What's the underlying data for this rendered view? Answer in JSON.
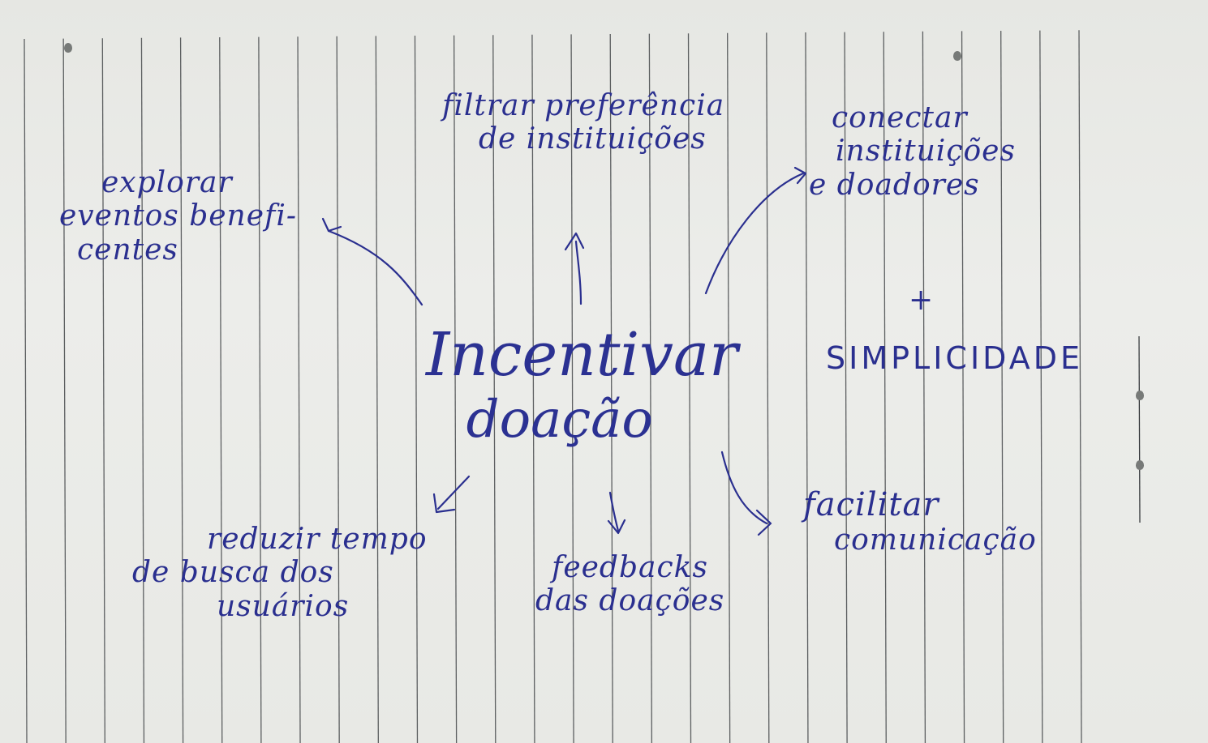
{
  "center": {
    "line1": "Incentivar",
    "line2": "doação"
  },
  "nodes": {
    "explorar": [
      "explorar",
      "eventos benefi-",
      "centes"
    ],
    "filtrar": [
      "filtrar preferência",
      "de instituições"
    ],
    "conectar": [
      "conectar",
      "instituições",
      "e doadores"
    ],
    "plus_sign": "+",
    "simplicidade": "SIMPLICIDADE",
    "reduzir": [
      "reduzir tempo",
      "de busca dos",
      "usuários"
    ],
    "feedbacks": [
      "feedbacks",
      "das doações"
    ],
    "facilitar": [
      "facilitar",
      "comunicação"
    ]
  },
  "colors": {
    "ink": "#2a2f8f",
    "paper": "#e9eae6",
    "rule": "#3a3d40"
  }
}
